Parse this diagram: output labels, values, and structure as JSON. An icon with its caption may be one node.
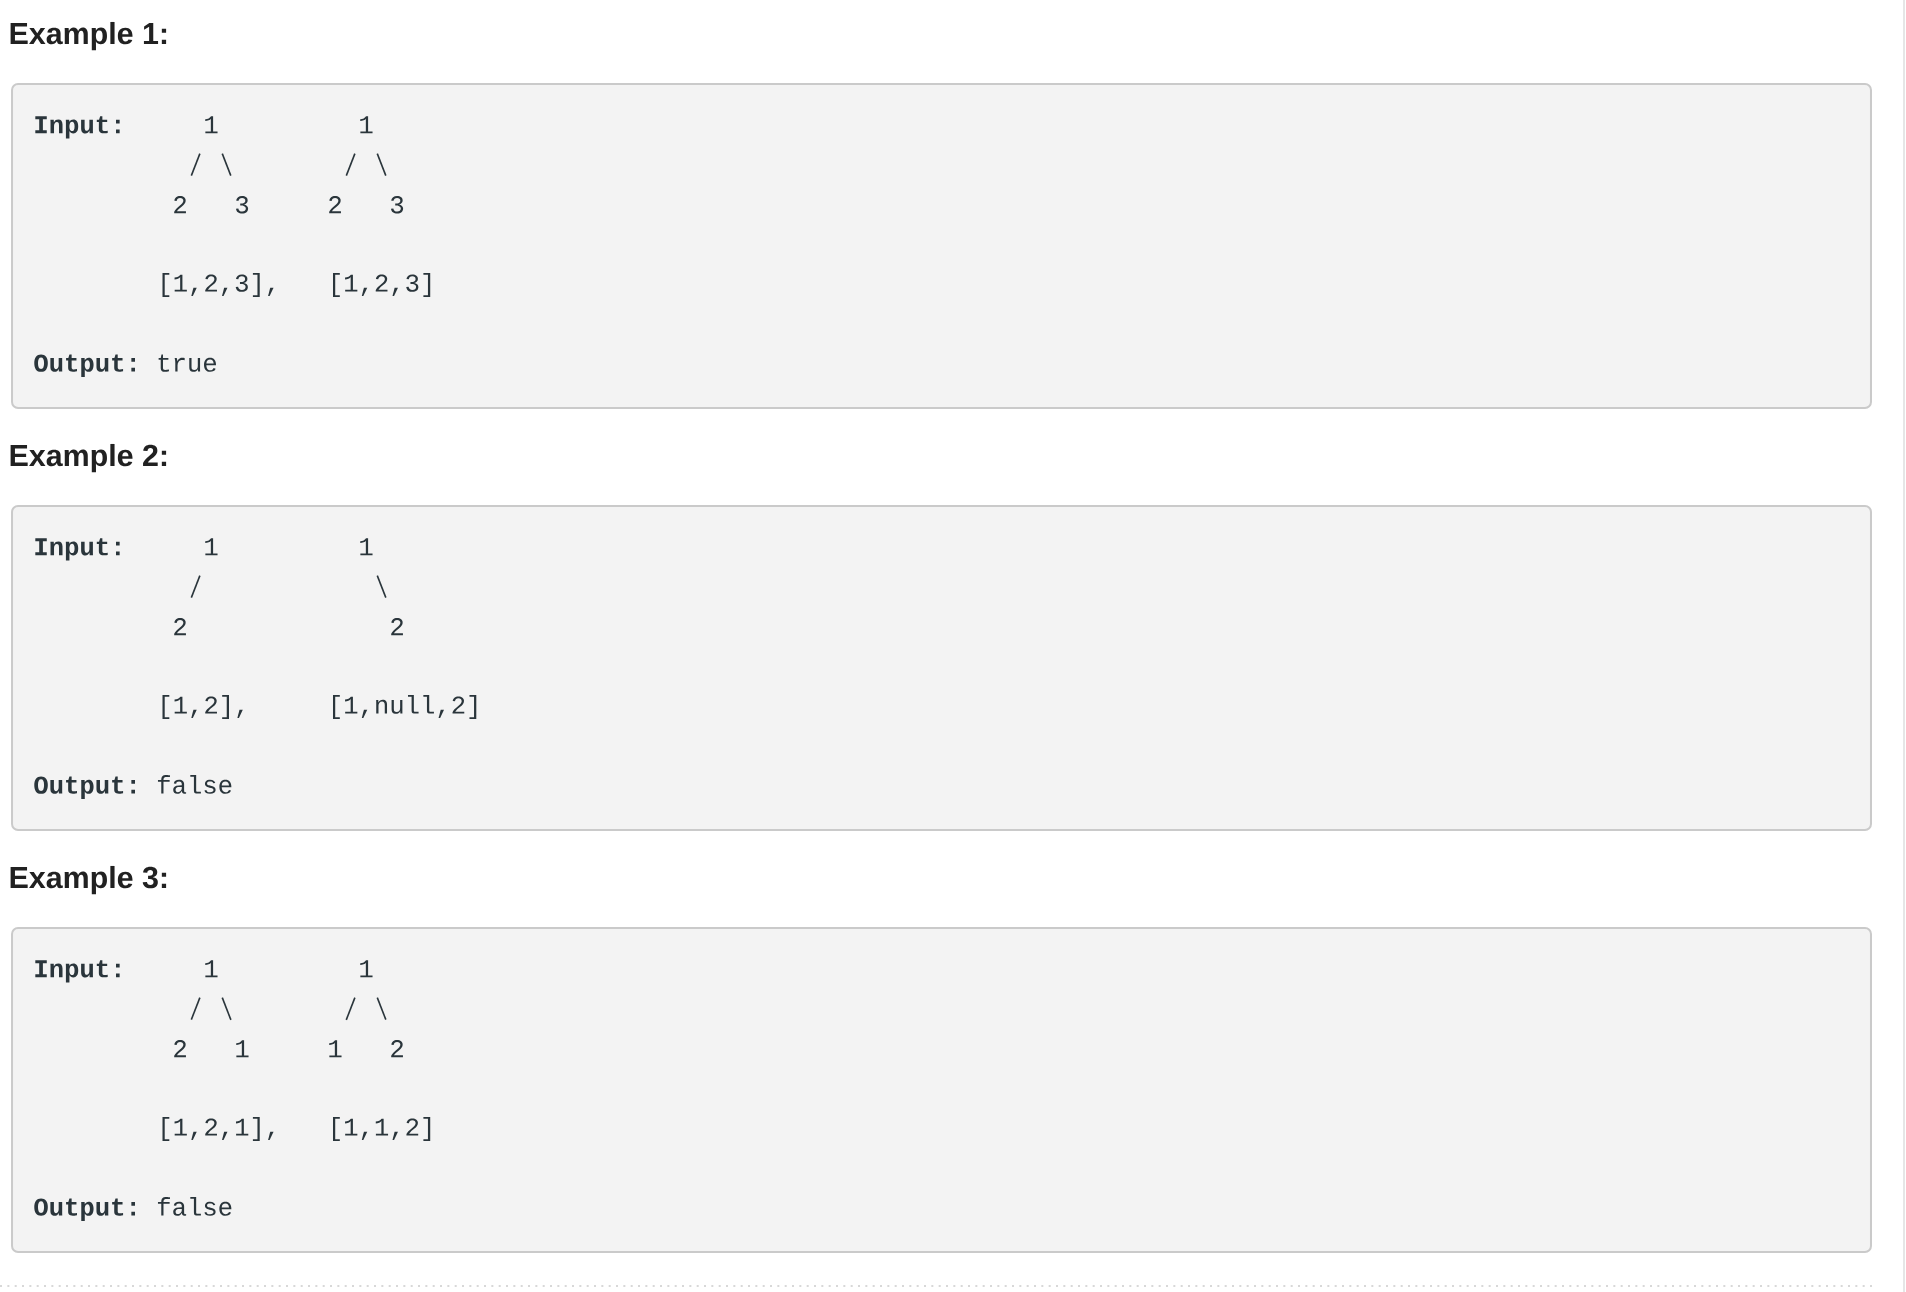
{
  "diagram": {
    "nodes": [
      {
        "text": [
          "Example 1:",
          "Input:",
          "[1,2,3],",
          "[1,2,3]",
          "**Output:** true"
        ]
      },
      {
        "text": [
          "1"
        ],
        "in": 0
      },
      {
        "text": [
          "2"
        ],
        "in": 0
      },
      {
        "text": [
          "3"
        ],
        "in": 0
      },
      {
        "text": [
          "1"
        ],
        "in": 0
      },
      {
        "text": [
          "2"
        ],
        "in": 0
      },
      {
        "text": [
          "3"
        ],
        "in": 0
      },
      {
        "text": [
          "Example 2:",
          "Input:",
          "[1,2],",
          "[1,null,2]",
          "**Output:** false"
        ]
      },
      {
        "text": [
          "1"
        ],
        "in": 7
      },
      {
        "text": [
          "2"
        ],
        "in": 7
      },
      {
        "text": [
          "1"
        ],
        "in": 7
      },
      {
        "text": [
          "2"
        ],
        "in": 7
      },
      {
        "text": [
          "Example 3:",
          "Input:",
          "[1,2,1],",
          "[1,1,2]",
          "**Output:** false"
        ]
      },
      {
        "text": [
          "1"
        ],
        "in": 12
      },
      {
        "text": [
          "2"
        ],
        "in": 12
      },
      {
        "text": [
          "1"
        ],
        "in": 12
      },
      {
        "text": [
          "1"
        ],
        "in": 12
      },
      {
        "text": [
          "1"
        ],
        "in": 12
      },
      {
        "text": [
          "2"
        ],
        "in": 12
      }
    ],
    "edges": [
      {
        "from": 1,
        "to": 2,
        "arrow": "none"
      },
      {
        "from": 1,
        "to": 3,
        "arrow": "none"
      },
      {
        "from": 4,
        "to": 5,
        "arrow": "none"
      },
      {
        "from": 4,
        "to": 6,
        "arrow": "none"
      },
      {
        "from": 8,
        "to": 9,
        "arrow": "none"
      },
      {
        "from": 10,
        "to": 11,
        "arrow": "none"
      },
      {
        "from": 13,
        "to": 14,
        "arrow": "none"
      },
      {
        "from": 13,
        "to": 15,
        "arrow": "none"
      },
      {
        "from": 16,
        "to": 17,
        "arrow": "none"
      },
      {
        "from": 16,
        "to": 18,
        "arrow": "none"
      }
    ]
  }
}
